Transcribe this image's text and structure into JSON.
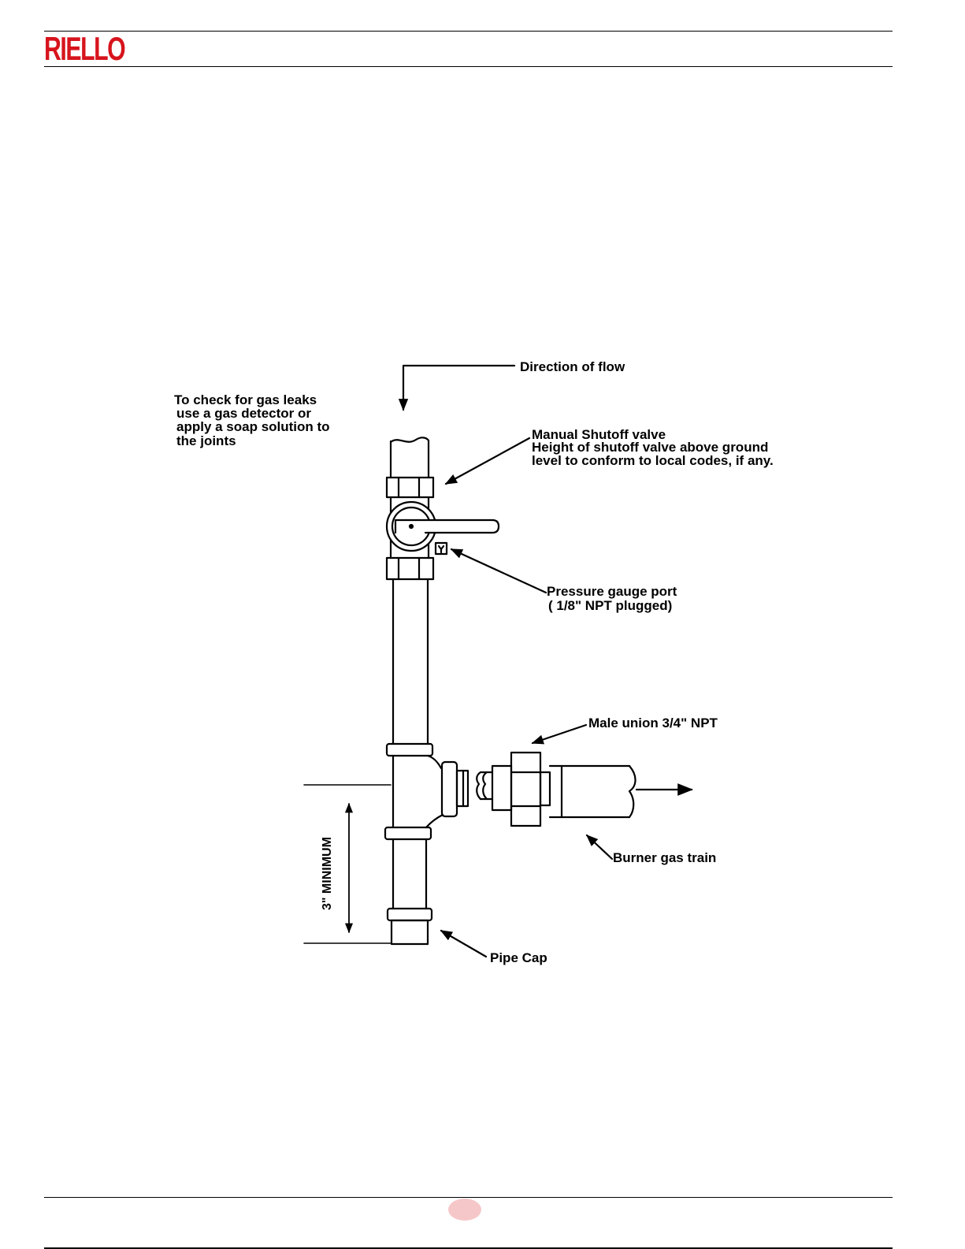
{
  "header": {
    "brand": "RIELLO"
  },
  "labels": {
    "direction": "Direction of flow",
    "leaks": [
      "To check for gas leaks",
      "use a gas detector or",
      "apply a soap solution to",
      "the joints"
    ],
    "valve": [
      "Manual Shutoff valve",
      "Height of shutoff valve above ground",
      "level to conform to local codes, if any."
    ],
    "gauge": [
      "Pressure gauge port",
      "( 1/8\" NPT plugged)"
    ],
    "union": "Male union 3/4\" NPT",
    "train": "Burner gas train",
    "cap": "Pipe Cap",
    "minimum": "3\" MINIMUM"
  },
  "colors": {
    "brand": "#d7141c",
    "page_bubble": "#f6c7c9"
  }
}
